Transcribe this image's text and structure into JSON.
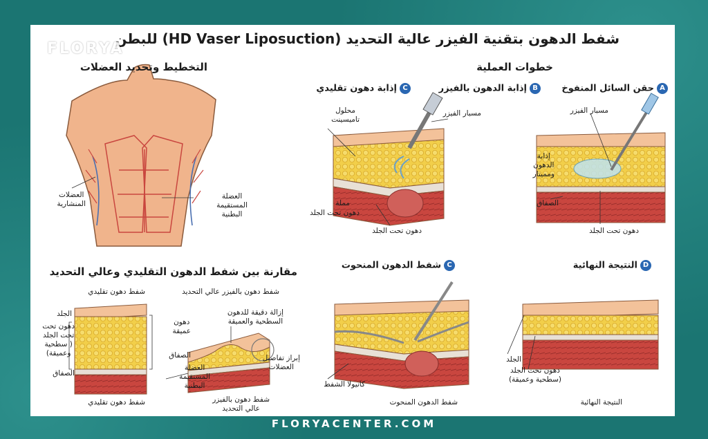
{
  "header": {
    "title": "شفط الدهون بتقنية الفيزر عالية التحديد (HD Vaser Liposuction) للبطن",
    "brand_watermark": "FLORYA",
    "footer_url": "FLORYACENTER.COM"
  },
  "planning": {
    "heading": "التخطيط وتحديد العضلات",
    "label_oblique": "العضلات\nالمنشارية",
    "label_rectus": "العضلة\nالمستقيمة\nالبطنية"
  },
  "steps": {
    "heading": "خطوات العملية",
    "a": {
      "badge": "A",
      "title": "حقن السائل المنفوخ",
      "probe": "مسبار الفيزر",
      "emulsify": "إذابة\nالدهون\nومميتار",
      "fascia": "الصفاق",
      "subq": "دهون تحت الجلد"
    },
    "b": {
      "badge": "B",
      "title": "إذابة الدهون بالفيزر",
      "probe": "مسبار الفيزر",
      "solution": "محلول\nتاميسينت",
      "subq": "دهون تحت الجلد",
      "subq2": "دهون تحت الجلد",
      "side": "مملة"
    },
    "c": {
      "badge": "C",
      "title": "إذابة دهون تقليدي"
    },
    "c2": {
      "badge": "C",
      "title": "شفط الدهون المنحوت",
      "cannula": "كانيولا الشفط",
      "caption": "شفط الدهون المنحوت"
    },
    "d": {
      "badge": "D",
      "title": "النتيجة النهائية",
      "skin": "الجلد",
      "subq": "دهون تحت الجلد\n(سطحية وعميقة)",
      "caption": "النتيجة النهائية"
    }
  },
  "comparison": {
    "heading": "مقارنة بين شفط الدهون التقليدي وعالي التحديد",
    "left_title": "شفط دهون تقليدي",
    "right_title": "شفط دهون بالفيزر عالي التحديد",
    "skin": "الجلد",
    "subq": "دهون تحت\nتحت الجلد\n( سطحية\nوعميقة)",
    "fascia_left": "الصفاق",
    "deep_fat": "دهون\nعميقة",
    "fascia_mid": "الصفاق",
    "rectus": "العضلة\nالمستقيمة\nالبطنية",
    "precise": "إزالة دقيقة للدهون\nالسطحية والعميقة",
    "reveal": "إبراز تفاصيل\nالعضلات",
    "caption_left": "شفط دهون تقليدي",
    "caption_right": "شفط دهون بالفيزر\nعالي التحديد"
  },
  "colors": {
    "fat": "#f2cf4a",
    "fat_dark": "#d9a92a",
    "skin": "#f3c29a",
    "muscle": "#c9463f",
    "muscle_dark": "#9b2f2c",
    "badge": "#2a67b2",
    "frame": "#1b7572"
  }
}
